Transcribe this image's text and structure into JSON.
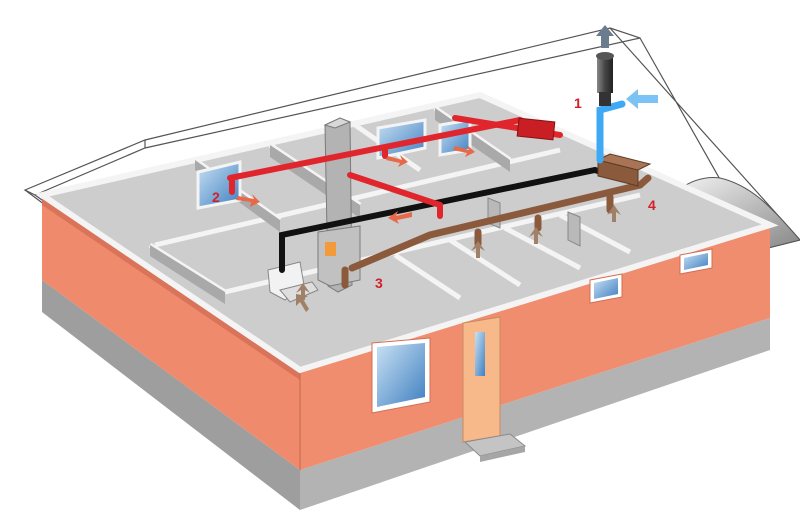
{
  "callouts": [
    {
      "id": "1",
      "label": "1",
      "refers_to": "fresh-air-intake-and-exhaust-stack"
    },
    {
      "id": "2",
      "label": "2",
      "refers_to": "supply-air-duct"
    },
    {
      "id": "3",
      "label": "3",
      "refers_to": "extract-air-duct"
    },
    {
      "id": "4",
      "label": "4",
      "refers_to": "heat-recovery-unit"
    }
  ],
  "colors": {
    "walls": "#ef8a6c",
    "wall_shade": "#d9745a",
    "foundation": "#9e9e9e",
    "floor": "#c4c4c4",
    "interior_wall_top": "#f4f4f4",
    "roof_line": "#5a5a5a",
    "supply_duct": "#e0262c",
    "extract_duct": "#8b5a3c",
    "main_duct": "#111111",
    "fresh_air": "#3fa9f5",
    "arrow_supply": "#e8694a",
    "arrow_extract": "#a08066",
    "window_glass": "#6fa7d8",
    "door": "#f7b989",
    "callout_text": "#d1202a"
  },
  "icons": {
    "exhaust": "up-arrow-icon",
    "intake": "left-arrow-icon",
    "supply_flow": "outflow-arrow-icon",
    "extract_flow": "inflow-arrow-icon"
  }
}
